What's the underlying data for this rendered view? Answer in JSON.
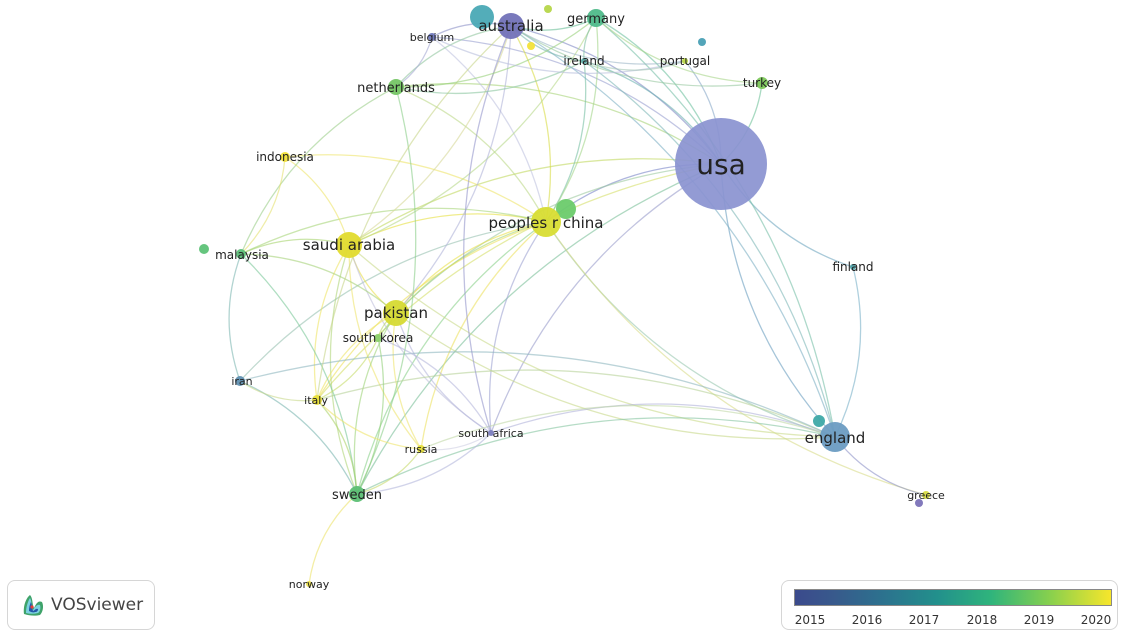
{
  "legend": {
    "years": [
      "2015",
      "2016",
      "2017",
      "2018",
      "2019",
      "2020"
    ],
    "colors": [
      "#3b4a8c",
      "#2c728e",
      "#22908c",
      "#2fb47c",
      "#84cf4f",
      "#f7e62b"
    ]
  },
  "logo": {
    "text": "VOSviewer"
  },
  "nodes": [
    {
      "id": "usa",
      "label": "usa",
      "color": "#8a93d0"
    },
    {
      "id": "australia",
      "label": "australia",
      "color": "#7272b8"
    },
    {
      "id": "germany",
      "label": "germany",
      "color": "#4fbb8a"
    },
    {
      "id": "belgium",
      "label": "belgium",
      "color": "#6f78bd"
    },
    {
      "id": "ireland",
      "label": "ireland",
      "color": "#5fa9a6"
    },
    {
      "id": "portugal",
      "label": "portugal",
      "color": "#bcd84a"
    },
    {
      "id": "turkey",
      "label": "turkey",
      "color": "#7cc75a"
    },
    {
      "id": "netherlands",
      "label": "netherlands",
      "color": "#75c565"
    },
    {
      "id": "indonesia",
      "label": "indonesia",
      "color": "#f2e23a"
    },
    {
      "id": "saudi-arabia",
      "label": "saudi arabia",
      "color": "#e2db2e"
    },
    {
      "id": "malaysia",
      "label": "malaysia",
      "color": "#5dbf79"
    },
    {
      "id": "peoples-r-china",
      "label": "peoples r china",
      "color": "#d8dd33"
    },
    {
      "id": "pakistan",
      "label": "pakistan",
      "color": "#d6da33"
    },
    {
      "id": "south-korea",
      "label": "south korea",
      "color": "#8ad06a"
    },
    {
      "id": "finland",
      "label": "finland",
      "color": "#4fa1a6"
    },
    {
      "id": "iran",
      "label": "iran",
      "color": "#5f8fb0"
    },
    {
      "id": "italy",
      "label": "italy",
      "color": "#e9e03a"
    },
    {
      "id": "south-africa",
      "label": "south africa",
      "color": "#7d80bf"
    },
    {
      "id": "russia",
      "label": "russia",
      "color": "#e6df3c"
    },
    {
      "id": "england",
      "label": "england",
      "color": "#6b9cc2"
    },
    {
      "id": "sweden",
      "label": "sweden",
      "color": "#5cbf74"
    },
    {
      "id": "greece",
      "label": "greece",
      "color": "#d8dc46"
    },
    {
      "id": "norway",
      "label": "norway",
      "color": "#eee34a"
    }
  ],
  "extra_dots": [
    {
      "id": "teal-near-australia",
      "color": "#4aa9b5"
    },
    {
      "id": "green-near-germany",
      "color": "#b6d64a"
    },
    {
      "id": "yellow-near-ireland",
      "color": "#f2e23a"
    },
    {
      "id": "teal-near-portugal",
      "color": "#4aa0b5"
    },
    {
      "id": "green-near-china",
      "color": "#6ccb6c"
    },
    {
      "id": "green-left-malaysia",
      "color": "#5dc277"
    },
    {
      "id": "teal-near-england",
      "color": "#3ea9a8"
    },
    {
      "id": "purple-near-greece",
      "color": "#7b72b8"
    }
  ],
  "links": [
    [
      "usa",
      "peoples-r-china",
      "#7a86c8"
    ],
    [
      "usa",
      "england",
      "#6a9ec0"
    ],
    [
      "usa",
      "australia",
      "#8088c4"
    ],
    [
      "usa",
      "saudi-arabia",
      "#c2d860"
    ],
    [
      "usa",
      "pakistan",
      "#9fc9a0"
    ],
    [
      "usa",
      "germany",
      "#70c2a0"
    ],
    [
      "usa",
      "ireland",
      "#6eb3b0"
    ],
    [
      "usa",
      "belgium",
      "#9aa0d0"
    ],
    [
      "usa",
      "finland",
      "#6fa6c0"
    ],
    [
      "usa",
      "turkey",
      "#6fc29a"
    ],
    [
      "usa",
      "portugal",
      "#88a8c8"
    ],
    [
      "usa",
      "netherlands",
      "#a9d47a"
    ],
    [
      "usa",
      "sweden",
      "#7cc09a"
    ],
    [
      "usa",
      "italy",
      "#d6df6a"
    ],
    [
      "usa",
      "south-africa",
      "#9a9ccc"
    ],
    [
      "peoples-r-china",
      "saudi-arabia",
      "#e6df40"
    ],
    [
      "peoples-r-china",
      "pakistan",
      "#e9e14a"
    ],
    [
      "peoples-r-china",
      "england",
      "#9ac8b0"
    ],
    [
      "peoples-r-china",
      "australia",
      "#d8dc46"
    ],
    [
      "peoples-r-china",
      "south-korea",
      "#a6d67a"
    ],
    [
      "peoples-r-china",
      "italy",
      "#eee15a"
    ],
    [
      "peoples-r-china",
      "russia",
      "#ece160"
    ],
    [
      "peoples-r-china",
      "south-africa",
      "#9ea3d2"
    ],
    [
      "peoples-r-china",
      "sweden",
      "#8ad08a"
    ],
    [
      "peoples-r-china",
      "malaysia",
      "#a9d679"
    ],
    [
      "peoples-r-china",
      "indonesia",
      "#eee56a"
    ],
    [
      "peoples-r-china",
      "netherlands",
      "#bcd888"
    ],
    [
      "peoples-r-china",
      "iran",
      "#98c2b0"
    ],
    [
      "peoples-r-china",
      "ireland",
      "#78c0a4"
    ],
    [
      "peoples-r-china",
      "belgium",
      "#c0c3df"
    ],
    [
      "peoples-r-china",
      "germany",
      "#a4d68a"
    ],
    [
      "peoples-r-china",
      "greece",
      "#d8dc8a"
    ],
    [
      "saudi-arabia",
      "pakistan",
      "#eae04a"
    ],
    [
      "saudi-arabia",
      "malaysia",
      "#a7d36e"
    ],
    [
      "saudi-arabia",
      "indonesia",
      "#efe46a"
    ],
    [
      "saudi-arabia",
      "england",
      "#c9db8a"
    ],
    [
      "saudi-arabia",
      "sweden",
      "#b0d67a"
    ],
    [
      "saudi-arabia",
      "italy",
      "#efe466"
    ],
    [
      "saudi-arabia",
      "australia",
      "#d7d99a"
    ],
    [
      "saudi-arabia",
      "south-africa",
      "#c0c0dc"
    ],
    [
      "saudi-arabia",
      "russia",
      "#efe470"
    ],
    [
      "saudi-arabia",
      "germany",
      "#b7d98a"
    ],
    [
      "pakistan",
      "south-korea",
      "#bcd86a"
    ],
    [
      "pakistan",
      "italy",
      "#efe466"
    ],
    [
      "pakistan",
      "sweden",
      "#9fd37a"
    ],
    [
      "pakistan",
      "england",
      "#c8d98a"
    ],
    [
      "pakistan",
      "russia",
      "#efe470"
    ],
    [
      "pakistan",
      "south-africa",
      "#b6b8dc"
    ],
    [
      "pakistan",
      "malaysia",
      "#a6d27a"
    ],
    [
      "pakistan",
      "australia",
      "#b0b4d8"
    ],
    [
      "england",
      "sweden",
      "#86c4a0"
    ],
    [
      "england",
      "greece",
      "#8e92c8"
    ],
    [
      "england",
      "south-africa",
      "#b0b3da"
    ],
    [
      "england",
      "finland",
      "#7ab0c8"
    ],
    [
      "england",
      "russia",
      "#c2d8a8"
    ],
    [
      "england",
      "italy",
      "#b8d29a"
    ],
    [
      "england",
      "iran",
      "#8fb8c0"
    ],
    [
      "england",
      "australia",
      "#7fb0c4"
    ],
    [
      "england",
      "ireland",
      "#7fb8b8"
    ],
    [
      "england",
      "germany",
      "#78c0a8"
    ],
    [
      "sweden",
      "norway",
      "#ece36a"
    ],
    [
      "sweden",
      "malaysia",
      "#7cc89a"
    ],
    [
      "sweden",
      "iran",
      "#7bb6b0"
    ],
    [
      "sweden",
      "italy",
      "#aed46a"
    ],
    [
      "sweden",
      "south-korea",
      "#92d07a"
    ],
    [
      "sweden",
      "russia",
      "#c6da6a"
    ],
    [
      "sweden",
      "south-africa",
      "#b4b7dc"
    ],
    [
      "sweden",
      "netherlands",
      "#8ccf8a"
    ],
    [
      "australia",
      "belgium",
      "#8e92c8"
    ],
    [
      "australia",
      "germany",
      "#6cc09a"
    ],
    [
      "australia",
      "netherlands",
      "#92c6a0"
    ],
    [
      "australia",
      "ireland",
      "#7cb8b0"
    ],
    [
      "australia",
      "portugal",
      "#9fb8c8"
    ],
    [
      "australia",
      "south-africa",
      "#9596cc"
    ],
    [
      "australia",
      "turkey",
      "#98c8a0"
    ],
    [
      "australia",
      "italy",
      "#c8d68a"
    ],
    [
      "netherlands",
      "belgium",
      "#a5a9d4"
    ],
    [
      "netherlands",
      "germany",
      "#98d07a"
    ],
    [
      "netherlands",
      "ireland",
      "#8cc6a0"
    ],
    [
      "netherlands",
      "malaysia",
      "#9ccf8a"
    ],
    [
      "germany",
      "turkey",
      "#a8d68a"
    ],
    [
      "germany",
      "ireland",
      "#80c0a4"
    ],
    [
      "belgium",
      "portugal",
      "#b8bedc"
    ],
    [
      "ireland",
      "portugal",
      "#a7c8b6"
    ],
    [
      "malaysia",
      "iran",
      "#7fb7b2"
    ],
    [
      "malaysia",
      "indonesia",
      "#e4e170"
    ],
    [
      "iran",
      "italy",
      "#c8d88a"
    ],
    [
      "italy",
      "russia",
      "#efe46a"
    ],
    [
      "italy",
      "south-korea",
      "#c6dc6a"
    ],
    [
      "russia",
      "south-africa",
      "#cfcfe2"
    ],
    [
      "south-africa",
      "south-korea",
      "#b5b7dc"
    ]
  ]
}
